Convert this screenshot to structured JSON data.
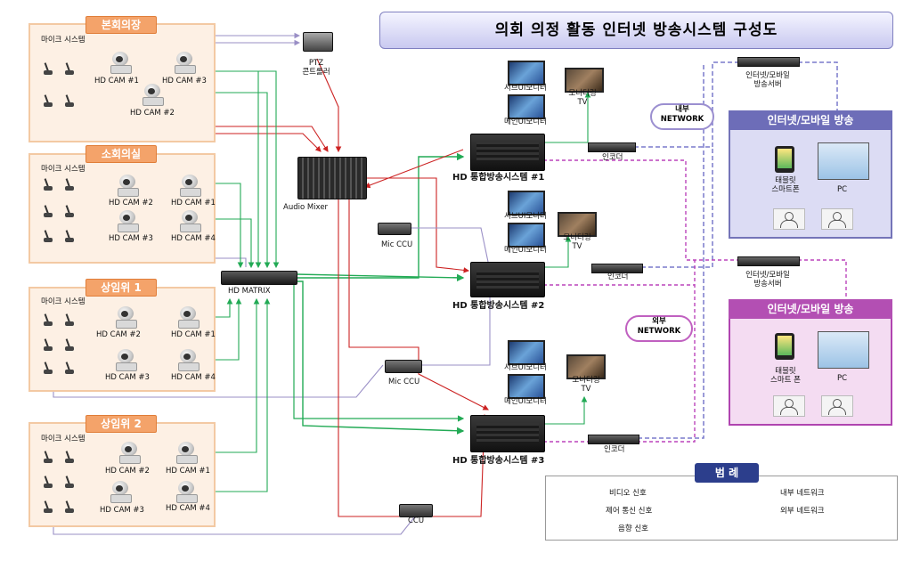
{
  "title": "의회 의정 활동 인터넷 방송시스템 구성도",
  "rooms": [
    {
      "title": "본회의장",
      "mic_label": "마이크 시스템",
      "cams": [
        "HD CAM #1",
        "HD CAM #3",
        "HD CAM #2"
      ]
    },
    {
      "title": "소회의실",
      "mic_label": "마이크 시스템",
      "cams": [
        "HD CAM #2",
        "HD CAM #1",
        "HD CAM #3",
        "HD CAM #4"
      ]
    },
    {
      "title": "상임위 1",
      "mic_label": "마이크 시스템",
      "cams": [
        "HD CAM #2",
        "HD CAM #1",
        "HD CAM #3",
        "HD CAM #4"
      ]
    },
    {
      "title": "상임위 2",
      "mic_label": "마이크 시스템",
      "cams": [
        "HD CAM #2",
        "HD CAM #1",
        "HD CAM #3",
        "HD CAM #4"
      ]
    }
  ],
  "devices": {
    "ptz": "PTZ\n콘트롤러",
    "audio_mixer": "Audio Mixer",
    "hd_matrix": "HD MATRIX",
    "mic_ccu_1": "Mic CCU",
    "mic_ccu_2": "Mic CCU",
    "ccu": "CCU"
  },
  "systems": [
    {
      "label": "HD 통합방송시스템 #1",
      "sub_monitor": "서브UI모니터",
      "main_monitor": "메인UI모니터",
      "tv": "모니터링\nTV",
      "encoder": "인코더"
    },
    {
      "label": "HD 통합방송시스템 #2",
      "sub_monitor": "서브UI모니터",
      "main_monitor": "메인UI모니터",
      "tv": "모니터링\nTV",
      "encoder": "인코더"
    },
    {
      "label": "HD 통합방송시스템 #3",
      "sub_monitor": "서브UI모니터",
      "main_monitor": "메인UI모니터",
      "tv": "모니터링\nTV",
      "encoder": "인코더"
    }
  ],
  "network": {
    "internal": "내부\nNETWORK",
    "external": "외부\nNETWORK",
    "server_1": "인터넷/모바일\n방송서버",
    "server_2": "인터넷/모바일\n방송서버"
  },
  "services": [
    {
      "title": "인터넷/모바일 방송",
      "tablet": "태블릿\n스마트폰",
      "pc": "PC"
    },
    {
      "title": "인터넷/모바일 방송",
      "tablet": "태블릿\n스마트 폰",
      "pc": "PC"
    }
  ],
  "legend": {
    "title": "범 례",
    "items": [
      "비디오 신호",
      "제어 통신 신호",
      "음향 신호",
      "내부 네트워크",
      "외부 네트워크"
    ]
  },
  "colors": {
    "video": "#22aa55",
    "control": "#9a8fc6",
    "audio": "#cc2222",
    "internal_net": "#7a7acc",
    "external_net": "#bb44bb"
  }
}
